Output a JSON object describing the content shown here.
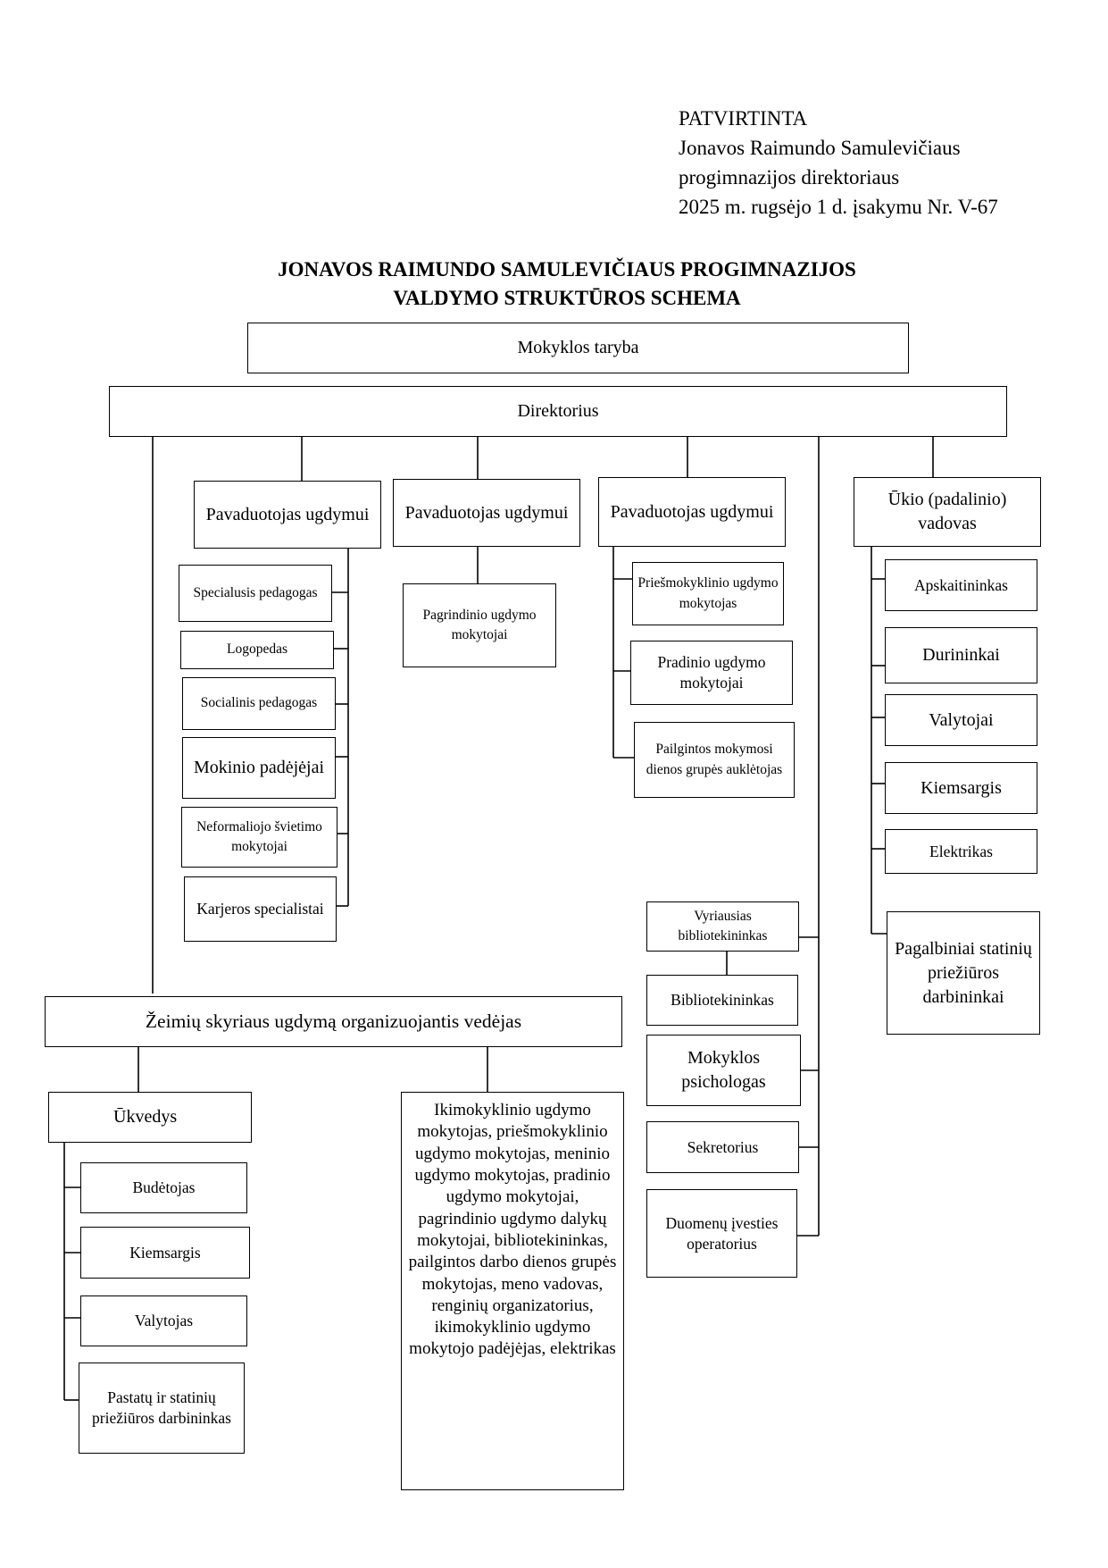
{
  "approval": {
    "line1": "PATVIRTINTA",
    "line2": "Jonavos Raimundo Samulevičiaus",
    "line3": "progimnazijos direktoriaus",
    "line4": "2025 m. rugsėjo 1 d. įsakymu Nr. V-67"
  },
  "title": {
    "line1": "JONAVOS RAIMUNDO SAMULEVIČIAUS PROGIMNAZIJOS",
    "line2": "VALDYMO STRUKTŪROS SCHEMA"
  },
  "nodes": {
    "council": "Mokyklos taryba",
    "director": "Direktorius",
    "deputy1": "Pavaduotojas ugdymui",
    "deputy2": "Pavaduotojas ugdymui",
    "deputy3": "Pavaduotojas ugdymui",
    "econ_head": "Ūkio (padalinio) vadovas",
    "d1": {
      "special_pedagogue": "Specialusis pedagogas",
      "speech_therapist": "Logopedas",
      "social_pedagogue": "Socialinis pedagogas",
      "student_assistants": "Mokinio padėjėjai",
      "non_formal_teachers": "Neformaliojo švietimo mokytojai",
      "career_specialists": "Karjeros specialistai"
    },
    "d2": {
      "basic_teachers": "Pagrindinio ugdymo mokytojai"
    },
    "d3": {
      "preschool_teacher": "Priešmokyklinio ugdymo mokytojas",
      "primary_teachers": "Pradinio ugdymo mokytojai",
      "extended_day_educator": "Pailgintos mokymosi dienos grupės auklėtojas"
    },
    "econ": {
      "accountant": "Apskaitininkas",
      "doorkeepers": "Durininkai",
      "cleaners": "Valytojai",
      "yard_keeper": "Kiemsargis",
      "electrician": "Elektrikas",
      "maintenance_workers": "Pagalbiniai statinių priežiūros darbininkai"
    },
    "direct": {
      "chief_librarian": "Vyriausias bibliotekininkas",
      "librarian": "Bibliotekininkas",
      "psychologist": "Mokyklos psichologas",
      "secretary": "Sekretorius",
      "data_entry": "Duomenų įvesties operatorius"
    },
    "branch_head": "Žeimių skyriaus ugdymą organizuojantis vedėjas",
    "branch": {
      "supply_manager": "Ūkvedys",
      "watchman": "Budėtojas",
      "yard_keeper": "Kiemsargis",
      "cleaner": "Valytojas",
      "maintenance_worker": "Pastatų ir statinių priežiūros darbininkas",
      "staff_list": "Ikimokyklinio ugdymo mokytojas, priešmokyklinio ugdymo mokytojas, meninio ugdymo mokytojas, pradinio ugdymo mokytojai, pagrindinio ugdymo dalykų mokytojai, bibliotekininkas, pailgintos darbo dienos grupės mokytojas, meno vadovas, renginių organizatorius, ikimokyklinio ugdymo mokytojo padėjėjas, elektrikas"
    }
  }
}
